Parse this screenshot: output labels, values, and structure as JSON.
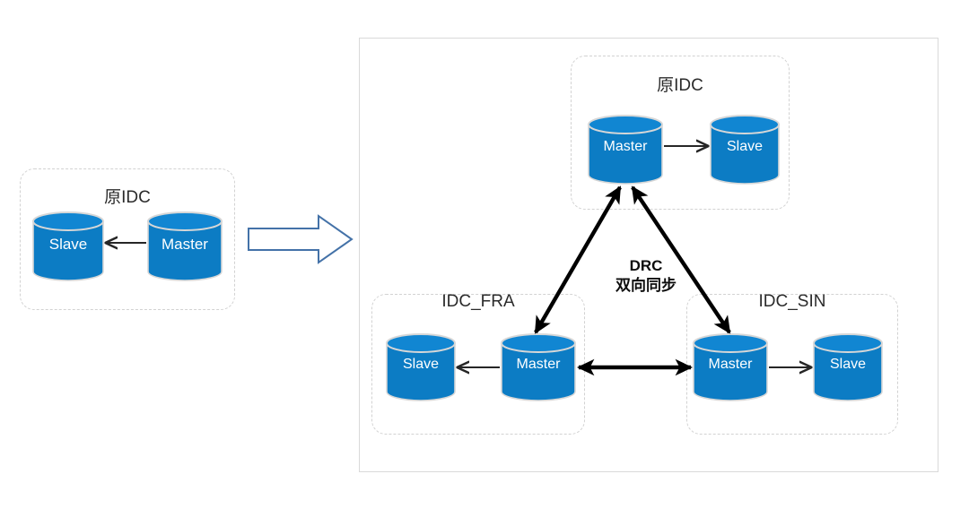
{
  "diagram": {
    "title_text": "",
    "colors": {
      "cylinder_fill": "#0c7cc4",
      "cylinder_top": "#1186d2",
      "cylinder_edge": "#cfcfcf",
      "thin_arrow": "#262626",
      "thick_arrow": "#000000",
      "block_arrow_stroke": "#4472a8",
      "cluster_border": "#d2d2d2",
      "outer_border": "#d9d9d9",
      "label_text": "#2b2b2b",
      "cylinder_label_text": "#ffffff"
    },
    "before": {
      "cluster_label": "原IDC",
      "nodes": [
        {
          "id": "before-slave",
          "label": "Slave",
          "role": "slave"
        },
        {
          "id": "before-master",
          "label": "Master",
          "role": "master"
        }
      ],
      "edges": [
        {
          "from": "before-master",
          "to": "before-slave",
          "style": "thin",
          "direction": "single"
        }
      ]
    },
    "transition": {
      "icon": "block-arrow-right-icon",
      "label": ""
    },
    "after": {
      "center_note_lines": [
        "DRC",
        "双向同步"
      ],
      "clusters": [
        {
          "id": "cluster-origin-idc",
          "label": "原IDC",
          "nodes": [
            {
              "id": "origin-master",
              "label": "Master",
              "role": "master"
            },
            {
              "id": "origin-slave",
              "label": "Slave",
              "role": "slave"
            }
          ],
          "edges": [
            {
              "from": "origin-master",
              "to": "origin-slave",
              "style": "thin",
              "direction": "single"
            }
          ]
        },
        {
          "id": "cluster-idc-fra",
          "label": "IDC_FRA",
          "nodes": [
            {
              "id": "fra-slave",
              "label": "Slave",
              "role": "slave"
            },
            {
              "id": "fra-master",
              "label": "Master",
              "role": "master"
            }
          ],
          "edges": [
            {
              "from": "fra-master",
              "to": "fra-slave",
              "style": "thin",
              "direction": "single"
            }
          ]
        },
        {
          "id": "cluster-idc-sin",
          "label": "IDC_SIN",
          "nodes": [
            {
              "id": "sin-master",
              "label": "Master",
              "role": "master"
            },
            {
              "id": "sin-slave",
              "label": "Slave",
              "role": "slave"
            }
          ],
          "edges": [
            {
              "from": "sin-master",
              "to": "sin-slave",
              "style": "thin",
              "direction": "single"
            }
          ]
        }
      ],
      "sync_edges": [
        {
          "id": "sync-fra-origin",
          "from": "fra-master",
          "to": "origin-master",
          "style": "thick",
          "direction": "double"
        },
        {
          "id": "sync-sin-origin",
          "from": "sin-master",
          "to": "origin-master",
          "style": "thick",
          "direction": "double"
        },
        {
          "id": "sync-fra-sin",
          "from": "fra-master",
          "to": "sin-master",
          "style": "thick",
          "direction": "double"
        }
      ]
    }
  }
}
